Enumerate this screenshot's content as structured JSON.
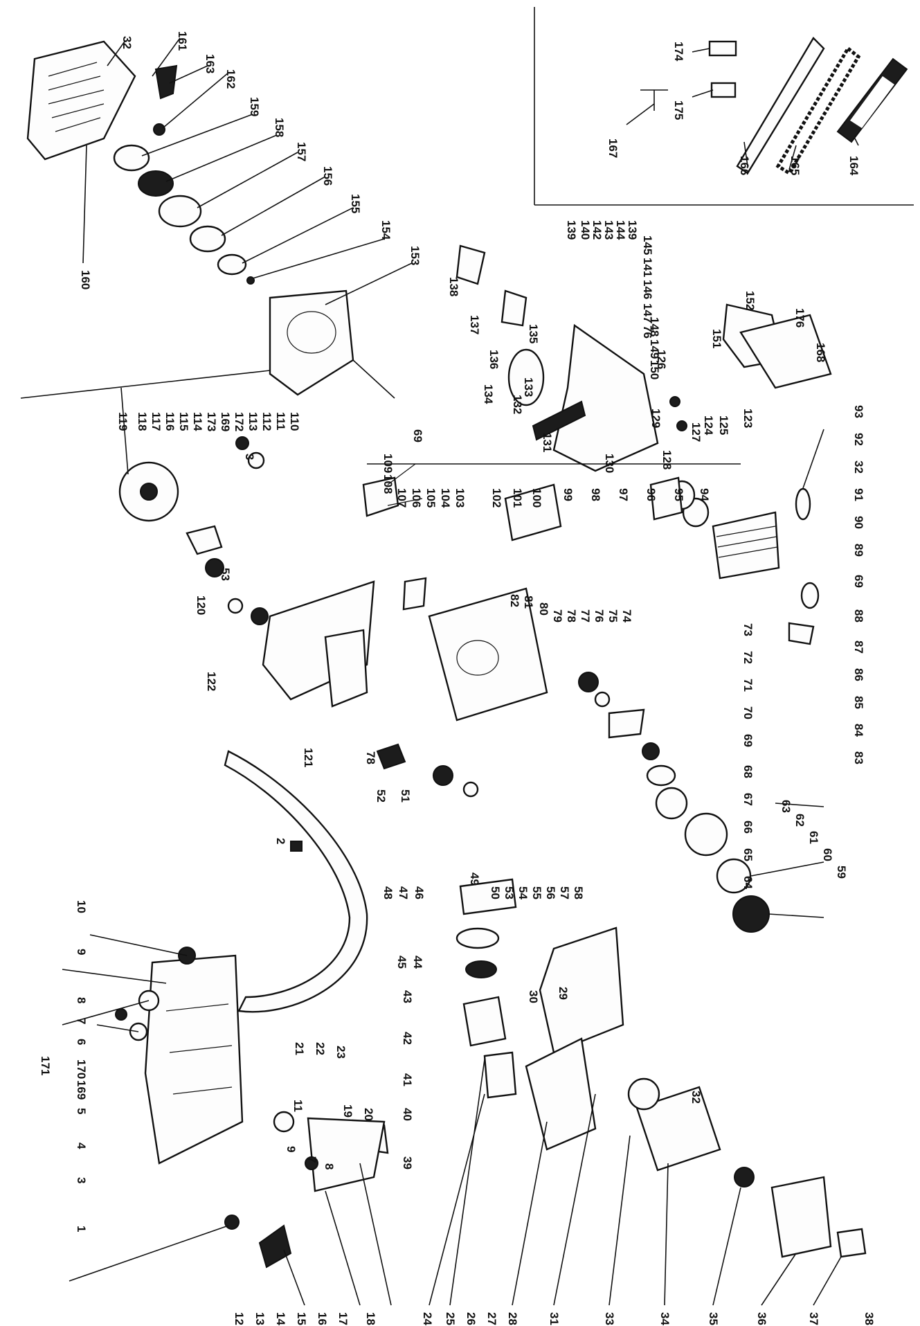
{
  "diagram": {
    "labels": {
      "top_left_group": [
        "32",
        "161",
        "163",
        "162",
        "159",
        "158",
        "157",
        "156",
        "155",
        "154",
        "153",
        "160"
      ],
      "inset_group": [
        "174",
        "175",
        "167",
        "166",
        "165",
        "164"
      ],
      "top_right_group": [
        "138",
        "139",
        "140",
        "142",
        "143",
        "144",
        "139",
        "145",
        "141",
        "146",
        "147",
        "76",
        "148",
        "149",
        "150",
        "151",
        "152",
        "176",
        "168",
        "126",
        "123",
        "125",
        "124",
        "127",
        "128",
        "129",
        "130",
        "131",
        "132",
        "133",
        "134",
        "135",
        "136",
        "137"
      ],
      "middle_left_group": [
        "119",
        "118",
        "117",
        "116",
        "115",
        "114",
        "173",
        "169",
        "172",
        "113",
        "112",
        "111",
        "110",
        "3",
        "53",
        "120",
        "122",
        "121",
        "78",
        "2",
        "69",
        "109",
        "108",
        "107",
        "106",
        "105",
        "104",
        "103",
        "102",
        "101",
        "100",
        "99",
        "98",
        "97",
        "96",
        "95",
        "94"
      ],
      "middle_right_group": [
        "93",
        "92",
        "32",
        "91",
        "90",
        "89",
        "69",
        "88",
        "87",
        "86",
        "85",
        "84",
        "83"
      ],
      "center_group": [
        "82",
        "81",
        "80",
        "79",
        "78",
        "77",
        "76",
        "75",
        "74",
        "73",
        "72",
        "71",
        "70",
        "69",
        "68",
        "67",
        "66",
        "65",
        "64",
        "63",
        "62",
        "61",
        "60",
        "59",
        "52",
        "51",
        "48",
        "47",
        "46",
        "49",
        "50",
        "53",
        "54",
        "55",
        "56",
        "57",
        "58"
      ],
      "lower_center_group": [
        "45",
        "44",
        "43",
        "42",
        "41",
        "40",
        "39",
        "30",
        "29",
        "32",
        "24",
        "25",
        "26",
        "27",
        "28",
        "31",
        "33",
        "34",
        "35",
        "36",
        "37",
        "38"
      ],
      "bottom_left_group": [
        "10",
        "9",
        "8",
        "7",
        "6",
        "171",
        "170",
        "169",
        "5",
        "4",
        "3",
        "1",
        "21",
        "22",
        "23",
        "11",
        "19",
        "20",
        "9",
        "7",
        "8",
        "12",
        "13",
        "14",
        "15",
        "16",
        "17",
        "18"
      ]
    }
  }
}
